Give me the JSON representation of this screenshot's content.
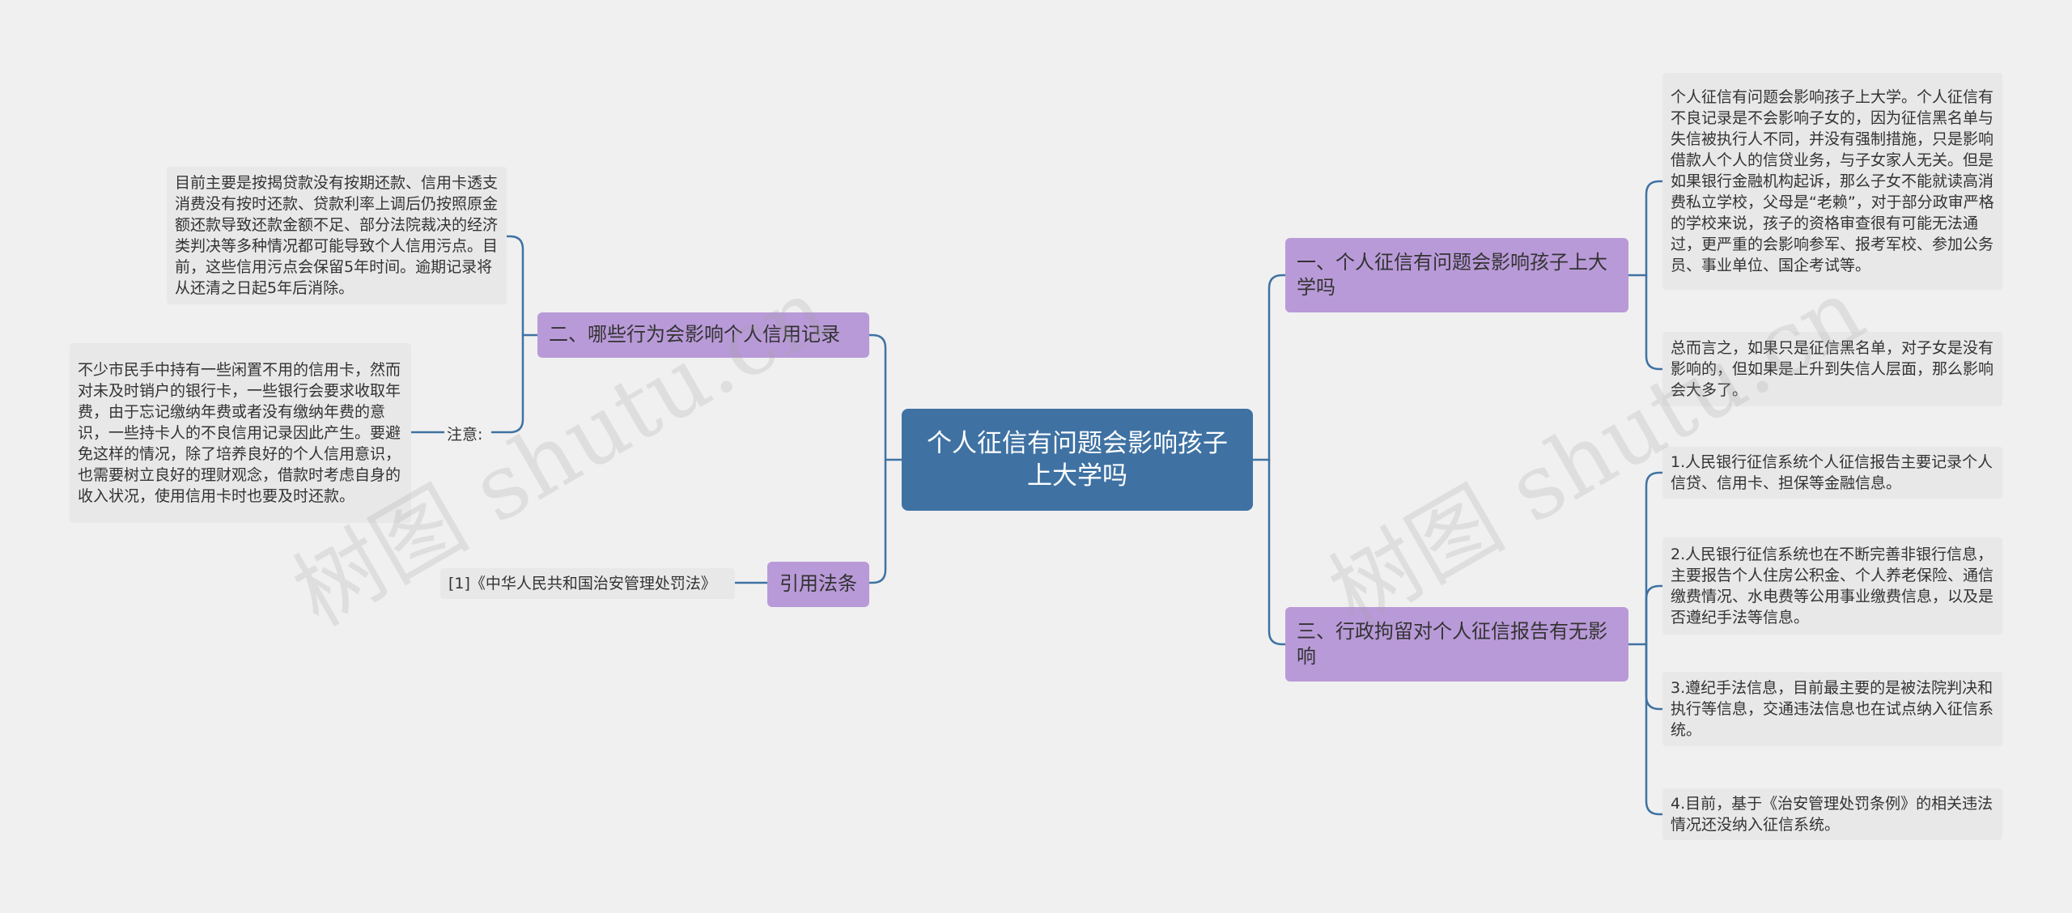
{
  "root": {
    "title": "个人征信有问题会影响孩子上大学吗"
  },
  "branches": {
    "b1": "一、个人征信有问题会影响孩子上大学吗",
    "b2": "二、哪些行为会影响个人信用记录",
    "b3": "三、行政拘留对个人征信报告有无影响",
    "b4": "引用法条"
  },
  "leaves": {
    "b1_a": "个人征信有问题会影响孩子上大学。个人征信有不良记录是不会影响子女的，因为征信黑名单与失信被执行人不同，并没有强制措施，只是影响借款人个人的信贷业务，与子女家人无关。但是如果银行金融机构起诉，那么子女不能就读高消费私立学校，父母是“老赖”，对于部分政审严格的学校来说，孩子的资格审查很有可能无法通过，更严重的会影响参军、报考军校、参加公务员、事业单位、国企考试等。",
    "b1_b": "总而言之，如果只是征信黑名单，对子女是没有影响的，但如果是上升到失信人层面，那么影响会大多了。",
    "b2_a": "目前主要是按揭贷款没有按期还款、信用卡透支消费没有按时还款、贷款利率上调后仍按照原金额还款导致还款金额不足、部分法院裁决的经济类判决等多种情况都可能导致个人信用污点。目前，这些信用污点会保留5年时间。逾期记录将从还清之日起5年后消除。",
    "b2_note_label": "注意:",
    "b2_note": "不少市民手中持有一些闲置不用的信用卡，然而对未及时销户的银行卡，一些银行会要求收取年费，由于忘记缴纳年费或者没有缴纳年费的意识，一些持卡人的不良信用记录因此产生。要避免这样的情况，除了培养良好的个人信用意识，也需要树立良好的理财观念，借款时考虑自身的收入状况，使用信用卡时也要及时还款。",
    "b3_1": "1.人民银行征信系统个人征信报告主要记录个人信贷、信用卡、担保等金融信息。",
    "b3_2": "2.人民银行征信系统也在不断完善非银行信息，主要报告个人住房公积金、个人养老保险、通信缴费情况、水电费等公用事业缴费信息，以及是否遵纪手法等信息。",
    "b3_3": "3.遵纪手法信息，目前最主要的是被法院判决和执行等信息，交通违法信息也在试点纳入征信系统。",
    "b3_4": "4.目前，基于《治安管理处罚条例》的相关违法情况还没纳入征信系统。",
    "b4_a": "[1]《中华人民共和国治安管理处罚法》"
  },
  "watermark": "树图 shutu.cn",
  "colors": {
    "root": "#3f72a3",
    "branch": "#b99ad8",
    "leaf": "#e8e8e8",
    "line": "#3f72a3",
    "background": "#f0f0f0"
  }
}
